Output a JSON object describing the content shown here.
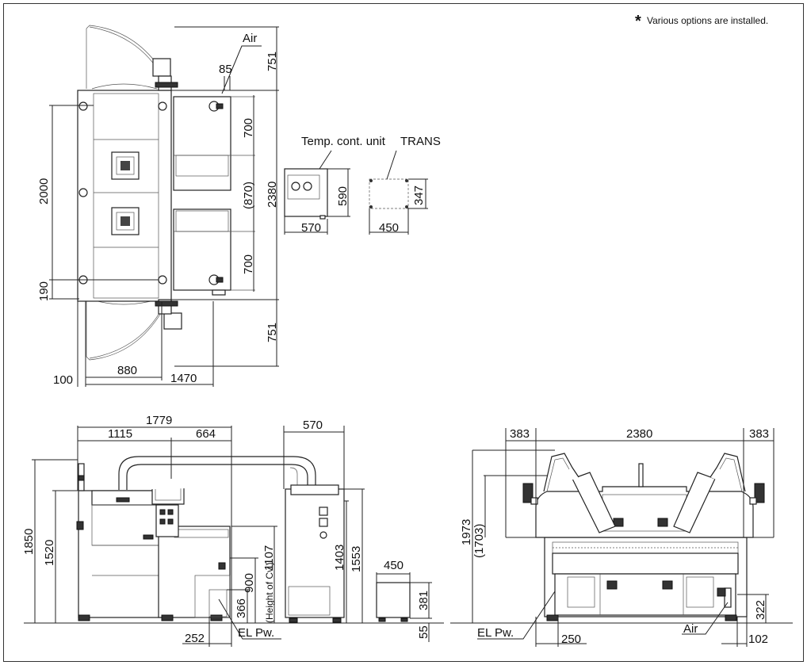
{
  "note": {
    "star": "*",
    "text": "Various options are installed."
  },
  "top_view": {
    "labels": {
      "air": "Air"
    },
    "dims": {
      "d85": "85",
      "d751_top": "751",
      "d700_top": "700",
      "d870": "(870)",
      "d2380": "2380",
      "d2000": "2000",
      "d700_bottom": "700",
      "d190": "190",
      "d751_bottom": "751",
      "d100": "100",
      "d880": "880",
      "d1470": "1470"
    }
  },
  "temp_unit": {
    "title": "Temp. cont. unit",
    "width": "570",
    "height": "590"
  },
  "trans_unit": {
    "title": "TRANS",
    "width": "450",
    "height": "347"
  },
  "front_view": {
    "labels": {
      "el_pw": "EL Pw.",
      "height_cv": "(Height of Cv.)"
    },
    "dims": {
      "d1779": "1779",
      "d1115": "1115",
      "d664": "664",
      "d570": "570",
      "d1850": "1850",
      "d1520": "1520",
      "d1107": "1107",
      "d900": "900",
      "d366": "366",
      "d1403": "1403",
      "d1553": "1553",
      "d450": "450",
      "d381": "381",
      "d55": "55",
      "d252": "252"
    }
  },
  "side_view": {
    "labels": {
      "el_pw": "EL Pw.",
      "air": "Air"
    },
    "dims": {
      "d383_left": "383",
      "d2380": "2380",
      "d383_right": "383",
      "d1973": "1973",
      "d1703": "(1703)",
      "d250": "250",
      "d322": "322",
      "d102": "102"
    }
  }
}
